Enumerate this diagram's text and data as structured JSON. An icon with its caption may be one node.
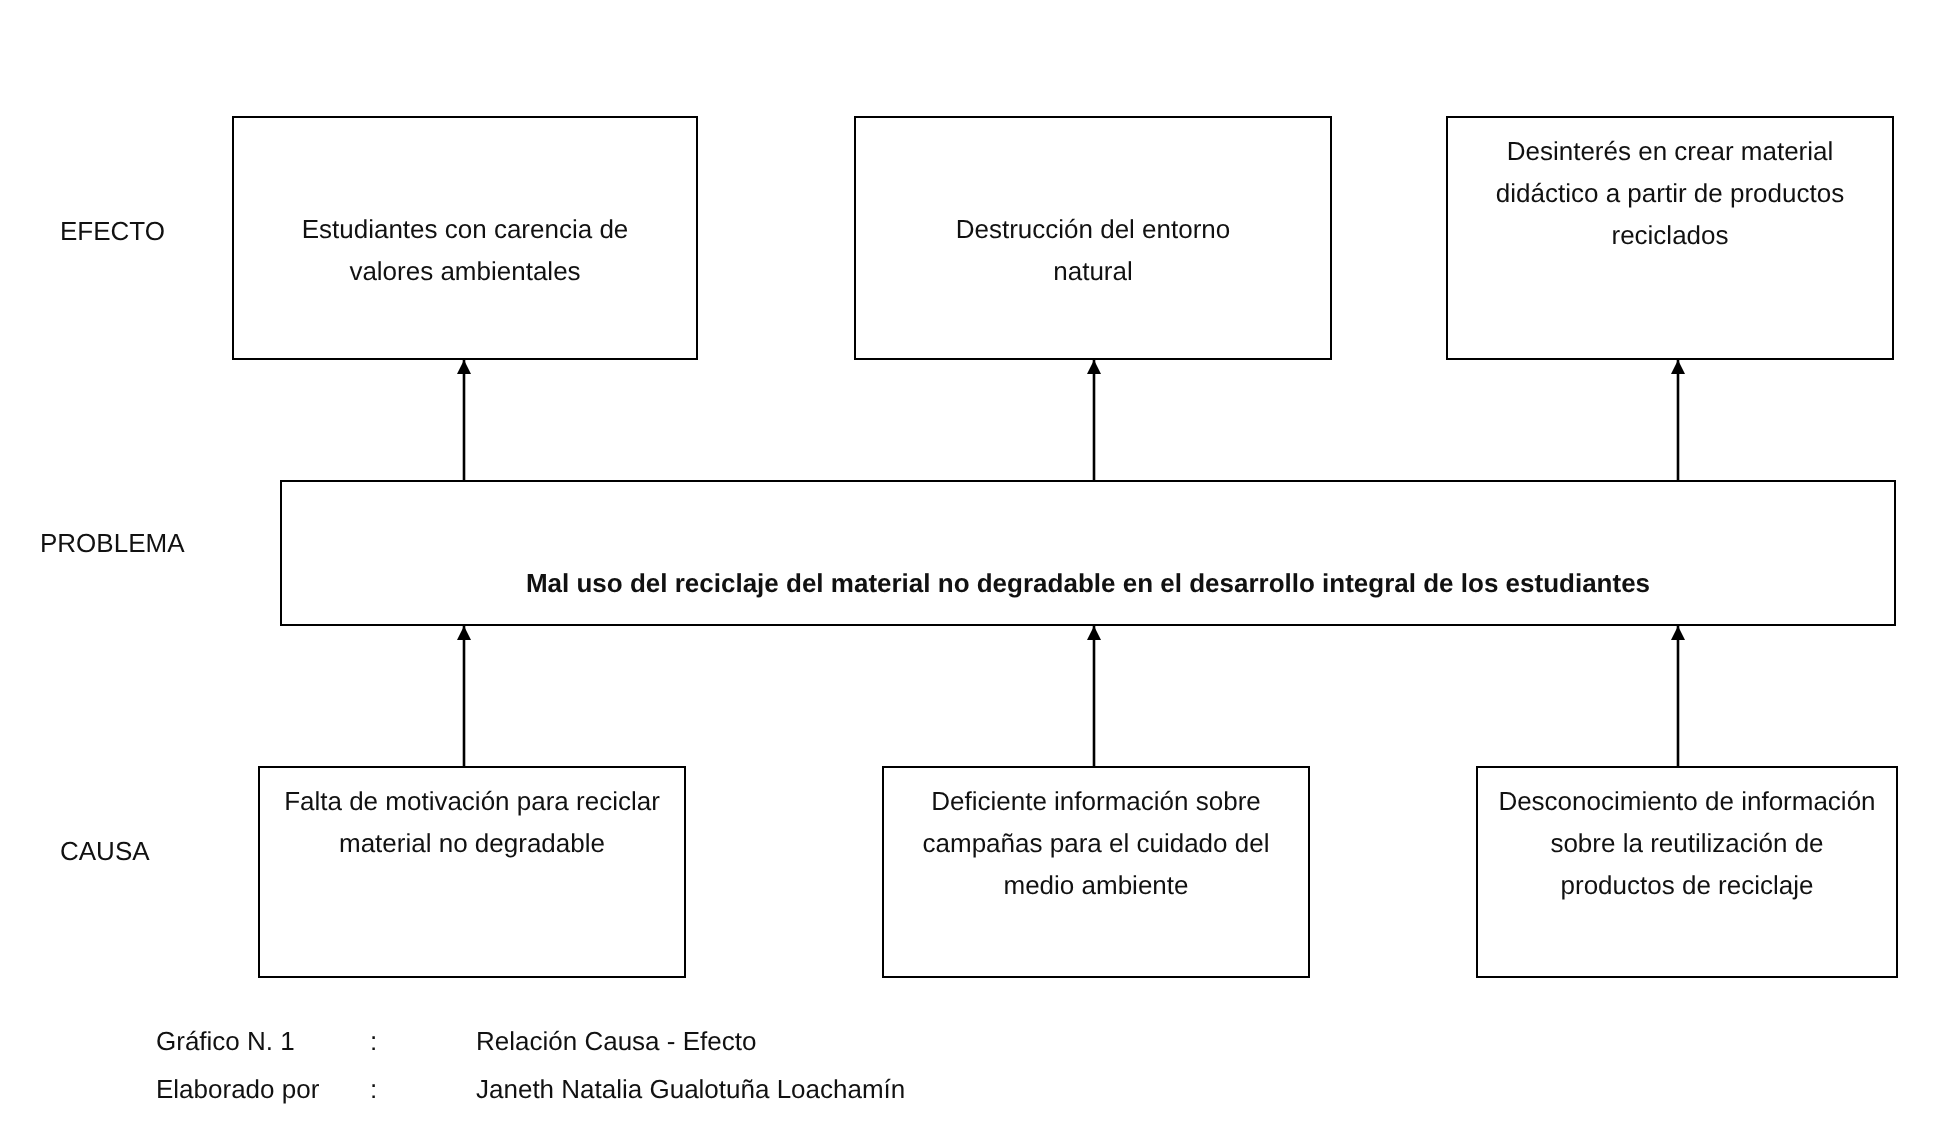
{
  "diagram": {
    "nodes": [
      {
        "text": [
          "Estudiantes con carencia de valores ambientales"
        ]
      },
      {
        "text": [
          "Destrucción del entorno natural"
        ]
      },
      {
        "text": [
          "Desinterés en crear material didáctico a partir de productos reciclados"
        ]
      },
      {
        "text": [
          "Mal uso del reciclaje del material no degradable en el desarrollo integral de los estudiantes"
        ]
      },
      {
        "text": [
          "Falta de motivación para reciclar material no degradable"
        ]
      },
      {
        "text": [
          "Deficiente información sobre campañas para el cuidado del medio ambiente"
        ]
      },
      {
        "text": [
          "Desconocimiento de información sobre la reutilización de productos de reciclaje"
        ]
      }
    ],
    "edges": [
      {
        "from": 3,
        "to": 0,
        "arrow": "to"
      },
      {
        "from": 3,
        "to": 1,
        "arrow": "to"
      },
      {
        "from": 3,
        "to": 2,
        "arrow": "to"
      },
      {
        "from": 4,
        "to": 3,
        "arrow": "to"
      },
      {
        "from": 5,
        "to": 3,
        "arrow": "to"
      },
      {
        "from": 6,
        "to": 3,
        "arrow": "to"
      }
    ],
    "labels": [
      "EFECTO",
      "PROBLEMA",
      "CAUSA",
      "Gráfico N. 1",
      ":",
      "Relación Causa - Efecto",
      "Elaborado por",
      ":",
      "Janeth Natalia Gualotuña Loachamín"
    ]
  }
}
